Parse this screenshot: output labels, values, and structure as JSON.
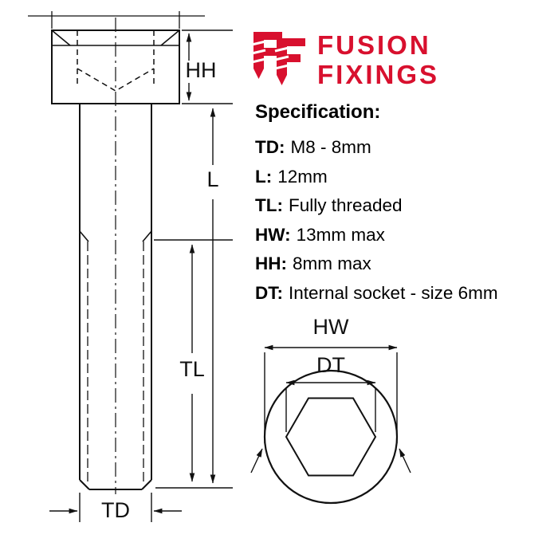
{
  "logo": {
    "word1": "FUSION",
    "word2": "FIXINGS",
    "brand_color": "#d8102e",
    "icon": "ff-screw-logo"
  },
  "specification": {
    "heading": "Specification:",
    "items": [
      {
        "label": "TD:",
        "value": "M8 - 8mm"
      },
      {
        "label": "L:",
        "value": "12mm"
      },
      {
        "label": "TL:",
        "value": "Fully threaded"
      },
      {
        "label": "HW:",
        "value": "13mm max"
      },
      {
        "label": "HH:",
        "value": "8mm max"
      },
      {
        "label": "DT:",
        "value": "Internal socket - size 6mm"
      }
    ]
  },
  "diagram": {
    "line_color": "#111111",
    "labels": {
      "hh": "HH",
      "l": "L",
      "tl": "TL",
      "td": "TD",
      "hw": "HW",
      "dt": "DT"
    }
  }
}
